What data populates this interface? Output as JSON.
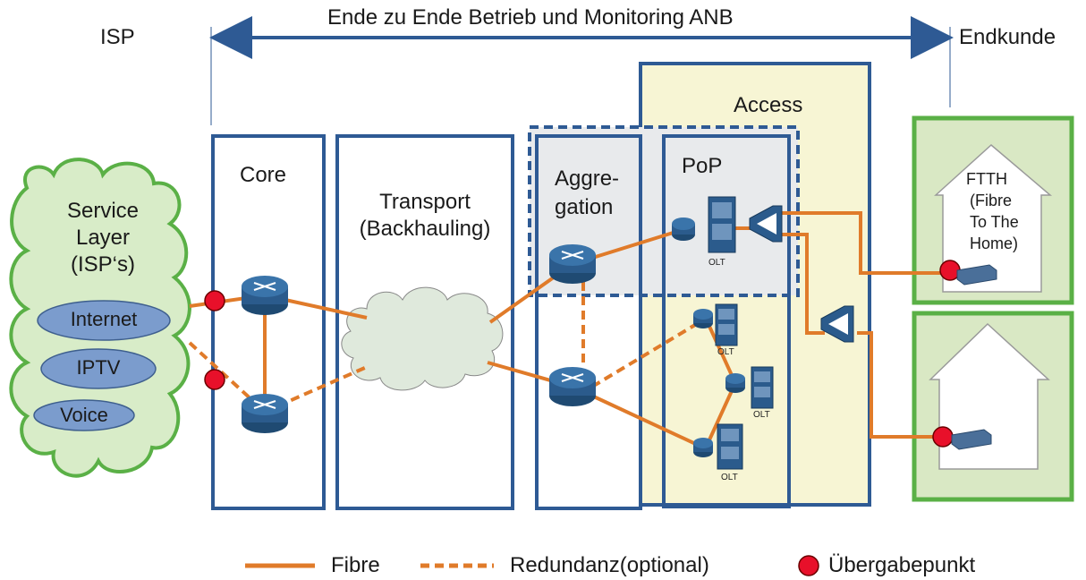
{
  "header": {
    "isp": "ISP",
    "span_title": "Ende zu Ende Betrieb und Monitoring ANB",
    "endkunde": "Endkunde"
  },
  "segments": {
    "core": "Core",
    "transport_line1": "Transport",
    "transport_line2": "(Backhauling)",
    "aggregation_line1": "Aggre-",
    "aggregation_line2": "gation",
    "access": "Access",
    "pop": "PoP"
  },
  "service_layer": {
    "line1": "Service",
    "line2": "Layer",
    "line3": "(ISP‘s)",
    "services": [
      "Internet",
      "IPTV",
      "Voice"
    ]
  },
  "customer": {
    "ftth_line1": "FTTH",
    "ftth_line2": "(Fibre",
    "ftth_line3": "To The",
    "ftth_line4": "Home)"
  },
  "device_labels": {
    "olt": "OLT"
  },
  "legend": {
    "fibre": "Fibre",
    "redundanz": "Redundanz(optional)",
    "uebergabepunkt": "Übergabepunkt"
  },
  "colors": {
    "frame_blue": "#2e5a94",
    "fibre_orange": "#e07b2a",
    "green_border": "#5ab046",
    "green_fill": "#d9e8c4",
    "access_fill": "#f7f5d4",
    "pop_fill": "#e8eaec",
    "cloud_green_fill": "#d8ecc8",
    "cloud_grey_fill": "#dfe9dc",
    "service_oval": "#7b9ccd",
    "device_blue": "#2b5b8c",
    "handover_red": "#e8102a"
  }
}
